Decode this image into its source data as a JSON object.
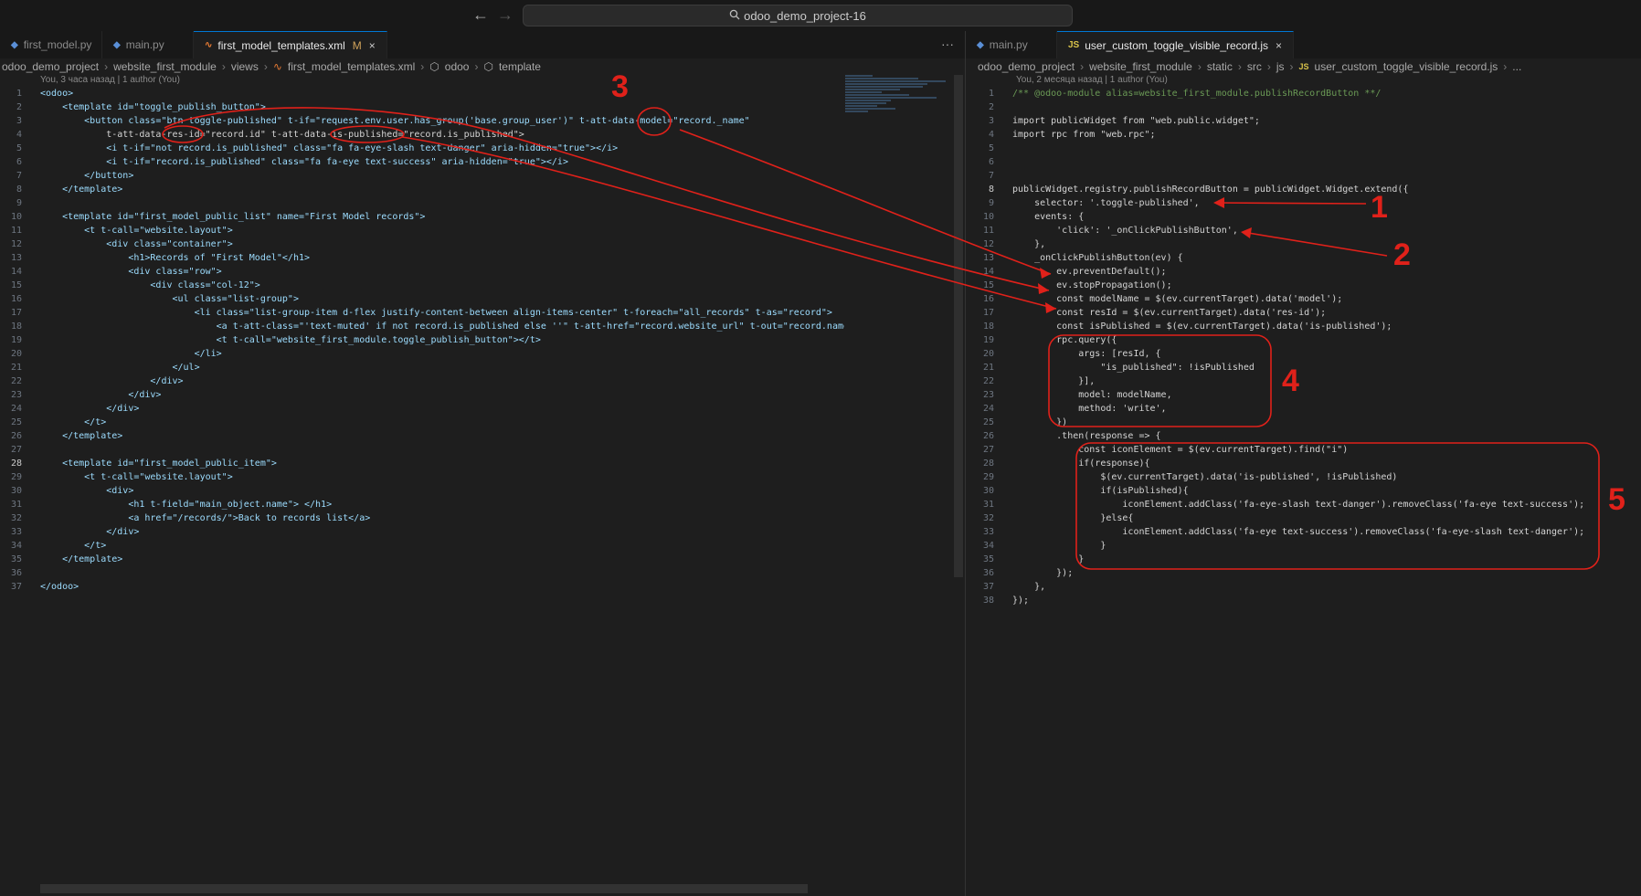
{
  "titlebar": {
    "back_glyph": "←",
    "forward_glyph": "→",
    "search_text": "odoo_demo_project-16"
  },
  "left": {
    "tabs": [
      {
        "label": "first_model.py",
        "icon": "python-file-icon"
      },
      {
        "label": "main.py",
        "icon": "python-file-icon"
      },
      {
        "label": "first_model_templates.xml",
        "icon": "xml-file-icon",
        "modified": "M",
        "close": "×"
      }
    ],
    "more": "···",
    "breadcrumb": [
      "odoo_demo_project",
      "website_first_module",
      "views",
      "first_model_templates.xml",
      "odoo",
      "template"
    ],
    "blame": "You, 3 часа назад | 1 author (You)",
    "lines": [
      "<odoo>",
      "    <template id=\"toggle_publish_button\">",
      "        <button class=\"btn toggle-published\" t-if=\"request.env.user.has_group('base.group_user')\" t-att-data-model=\"record._name\"",
      "            t-att-data-res-id=\"record.id\" t-att-data-is-published=\"record.is_published\">",
      "            <i t-if=\"not record.is_published\" class=\"fa fa-eye-slash text-danger\" aria-hidden=\"true\"></i>",
      "            <i t-if=\"record.is_published\" class=\"fa fa-eye text-success\" aria-hidden=\"true\"></i>",
      "        </button>",
      "    </template>",
      "",
      "    <template id=\"first_model_public_list\" name=\"First Model records\">",
      "        <t t-call=\"website.layout\">",
      "            <div class=\"container\">",
      "                <h1>Records of \"First Model\"</h1>",
      "                <div class=\"row\">",
      "                    <div class=\"col-12\">",
      "                        <ul class=\"list-group\">",
      "                            <li class=\"list-group-item d-flex justify-content-between align-items-center\" t-foreach=\"all_records\" t-as=\"record\">",
      "                                <a t-att-class=\"'text-muted' if not record.is_published else ''\" t-att-href=\"record.website_url\" t-out=\"record.name",
      "                                <t t-call=\"website_first_module.toggle_publish_button\"></t>",
      "                            </li>",
      "                        </ul>",
      "                    </div>",
      "                </div>",
      "            </div>",
      "        </t>",
      "    </template>",
      "",
      "    <template id=\"first_model_public_item\">",
      "        <t t-call=\"website.layout\">",
      "            <div>",
      "                <h1 t-field=\"main_object.name\"> </h1>",
      "                <a href=\"/records/\">Back to records list</a>",
      "            </div>",
      "        </t>",
      "    </template>",
      "",
      "</odoo>"
    ]
  },
  "right": {
    "tabs": [
      {
        "label": "main.py",
        "icon": "python-file-icon"
      },
      {
        "label": "user_custom_toggle_visible_record.js",
        "icon": "js-file-icon",
        "close": "×"
      }
    ],
    "breadcrumb": [
      "odoo_demo_project",
      "website_first_module",
      "static",
      "src",
      "js",
      "user_custom_toggle_visible_record.js",
      "..."
    ],
    "blame": "You, 2 месяца назад | 1 author (You)",
    "lines": [
      "/** @odoo-module alias=website_first_module.publishRecordButton **/",
      "",
      "import publicWidget from \"web.public.widget\";",
      "import rpc from \"web.rpc\";",
      "",
      "",
      "",
      "publicWidget.registry.publishRecordButton = publicWidget.Widget.extend({",
      "    selector: '.toggle-published',",
      "    events: {",
      "        'click': '_onClickPublishButton',",
      "    },",
      "    _onClickPublishButton(ev) {",
      "        ev.preventDefault();",
      "        ev.stopPropagation();",
      "        const modelName = $(ev.currentTarget).data('model');",
      "        const resId = $(ev.currentTarget).data('res-id');",
      "        const isPublished = $(ev.currentTarget).data('is-published');",
      "        rpc.query({",
      "            args: [resId, {",
      "                \"is_published\": !isPublished",
      "            }],",
      "            model: modelName,",
      "            method: 'write',",
      "        })",
      "        .then(response => {",
      "            const iconElement = $(ev.currentTarget).find(\"i\")",
      "            if(response){",
      "                $(ev.currentTarget).data('is-published', !isPublished)",
      "                if(isPublished){",
      "                    iconElement.addClass('fa-eye-slash text-danger').removeClass('fa-eye text-success');",
      "                }else{",
      "                    iconElement.addClass('fa-eye text-success').removeClass('fa-eye-slash text-danger');",
      "                }",
      "            }",
      "        });",
      "    },",
      "});"
    ]
  },
  "annotations": [
    "1",
    "2",
    "3",
    "4",
    "5"
  ],
  "colors": {
    "annotation": "#e0211a",
    "background": "#1e1e1e",
    "tag": "#569cd6",
    "attr": "#9cdcfe",
    "string": "#ce9178",
    "comment": "#6a9955"
  }
}
